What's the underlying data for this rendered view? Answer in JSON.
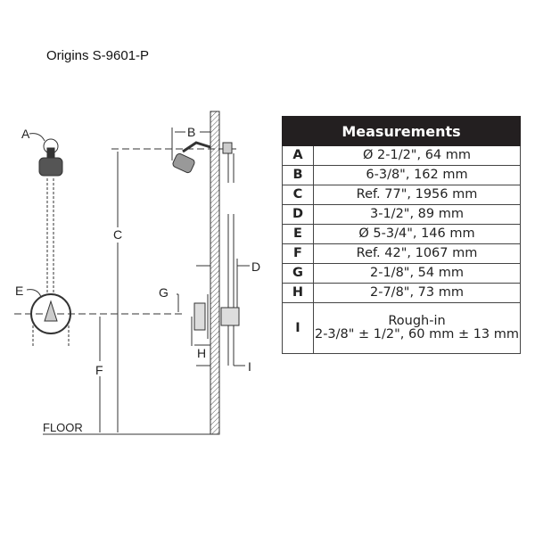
{
  "title": "Origins  S-9601-P",
  "diagram": {
    "labels": {
      "A": "A",
      "B": "B",
      "C": "C",
      "D": "D",
      "E": "E",
      "F": "F",
      "G": "G",
      "H": "H",
      "I": "I"
    },
    "floor": "FLOOR"
  },
  "table": {
    "header": "Measurements",
    "rows": [
      {
        "key": "A",
        "value": "Ø 2-1/2\", 64 mm"
      },
      {
        "key": "B",
        "value": "6-3/8\", 162 mm"
      },
      {
        "key": "C",
        "value": "Ref. 77\", 1956 mm"
      },
      {
        "key": "D",
        "value": "3-1/2\", 89 mm"
      },
      {
        "key": "E",
        "value": "Ø 5-3/4\", 146 mm"
      },
      {
        "key": "F",
        "value": "Ref. 42\", 1067 mm"
      },
      {
        "key": "G",
        "value": "2-1/8\", 54 mm"
      },
      {
        "key": "H",
        "value": "2-7/8\", 73 mm"
      },
      {
        "key": "I",
        "value": "Rough-in",
        "value2": "2-3/8\" ± 1/2\", 60 mm ± 13 mm"
      }
    ]
  }
}
